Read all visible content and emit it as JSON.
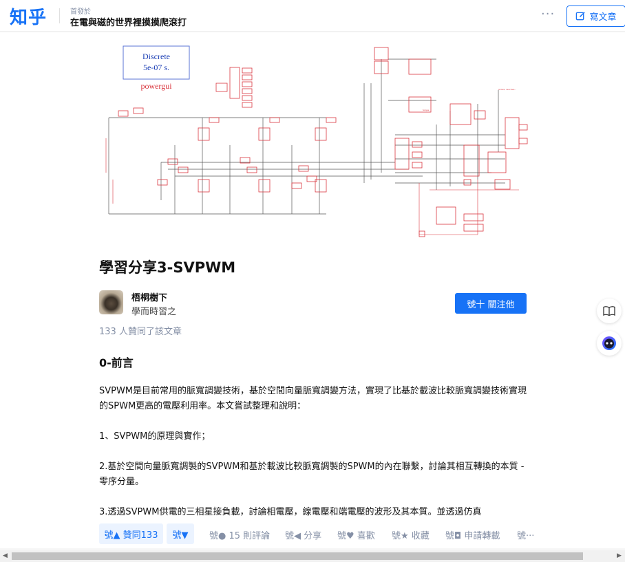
{
  "header": {
    "logo": "知乎",
    "published_in": "首發於",
    "column_name": "在電與磁的世界裡摸摸爬滾打",
    "more": "···",
    "write_label": "寫文章"
  },
  "cover": {
    "powergui_mode": "Discrete",
    "powergui_ts": "5e-07 s.",
    "powergui_label": "powergui"
  },
  "article": {
    "title": "學習分享3-SVPWM",
    "author_name": "梧桐樹下",
    "author_bio": "學而時習之",
    "follow_label": "號十 關注他",
    "voters": "133 人贊同了該文章",
    "section_heading": "0-前言",
    "paragraphs": [
      "SVPWM是目前常用的脈寬調變技術，基於空間向量脈寬調變方法，實現了比基於載波比較脈寬調變技術實現的SPWM更高的電壓利用率。本文嘗試整理和說明：",
      "1、SVPWM的原理與實作；",
      "2.基於空間向量脈寬調製的SVPWM和基於載波比較脈寬調製的SPWM的內在聯繫，討論其相互轉換的本質 - 零序分量。",
      "3.透過SVPWM供電的三相星接負載，討論相電壓，線電壓和端電壓的波形及其本質。並透過仿真"
    ]
  },
  "actions": {
    "vote_up": "號▲ 贊同133",
    "vote_down": "號▼",
    "comments": "號● 15 則評論",
    "share": "號◀ 分享",
    "like": "號♥ 喜歡",
    "collect": "號★ 收藏",
    "reprint": "號◘ 申請轉載",
    "more": "號···"
  },
  "colors": {
    "brand": "#1772f6",
    "circuit_red": "#d9363e",
    "circuit_line": "#555555"
  }
}
